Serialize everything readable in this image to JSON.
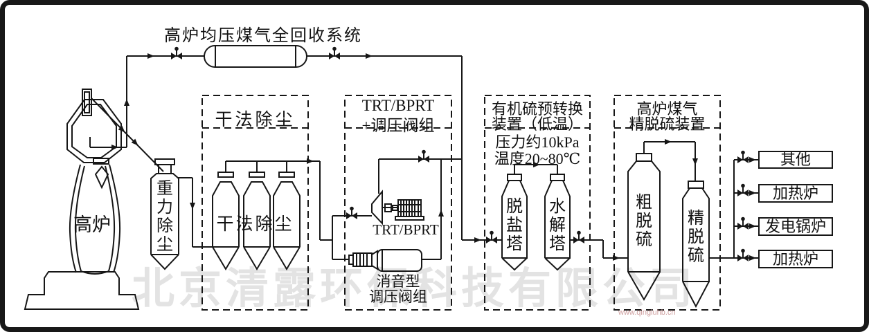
{
  "title": "高炉均压煤气全回收系统",
  "furnace": {
    "label": "高炉"
  },
  "gravity": {
    "label": "重力除尘"
  },
  "dry_dedust": {
    "box_title": "干法除尘",
    "inner_label": "干法除尘"
  },
  "trt": {
    "box_title_line1": "TRT/BPRT",
    "box_title_line2": "+调压阀组",
    "machine_label": "TRT/BPRT",
    "silencer_line1": "消音型",
    "silencer_line2": "调压阀组"
  },
  "organic": {
    "box_title_line1": "有机硫预转换",
    "box_title_line2": "装置（低温）",
    "note_line1": "压力约10kPa",
    "note_line2": "温度20~80℃",
    "tower1": "脱盐塔",
    "tower2": "水解塔"
  },
  "fine": {
    "box_title_line1": "高炉煤气",
    "box_title_line2": "精脱硫装置",
    "tower1": "粗脱硫",
    "tower2": "精脱硫"
  },
  "outputs": [
    {
      "label": "其他"
    },
    {
      "label": "加热炉"
    },
    {
      "label": "发电锅炉"
    },
    {
      "label": "加热炉"
    }
  ],
  "watermark": {
    "company": "北京清露环保科技有限公司",
    "website": "www.qingluhb.cn"
  },
  "colors": {
    "line": "#161616",
    "watermark": "#e3e3e3",
    "website": "#cf9f9f"
  }
}
